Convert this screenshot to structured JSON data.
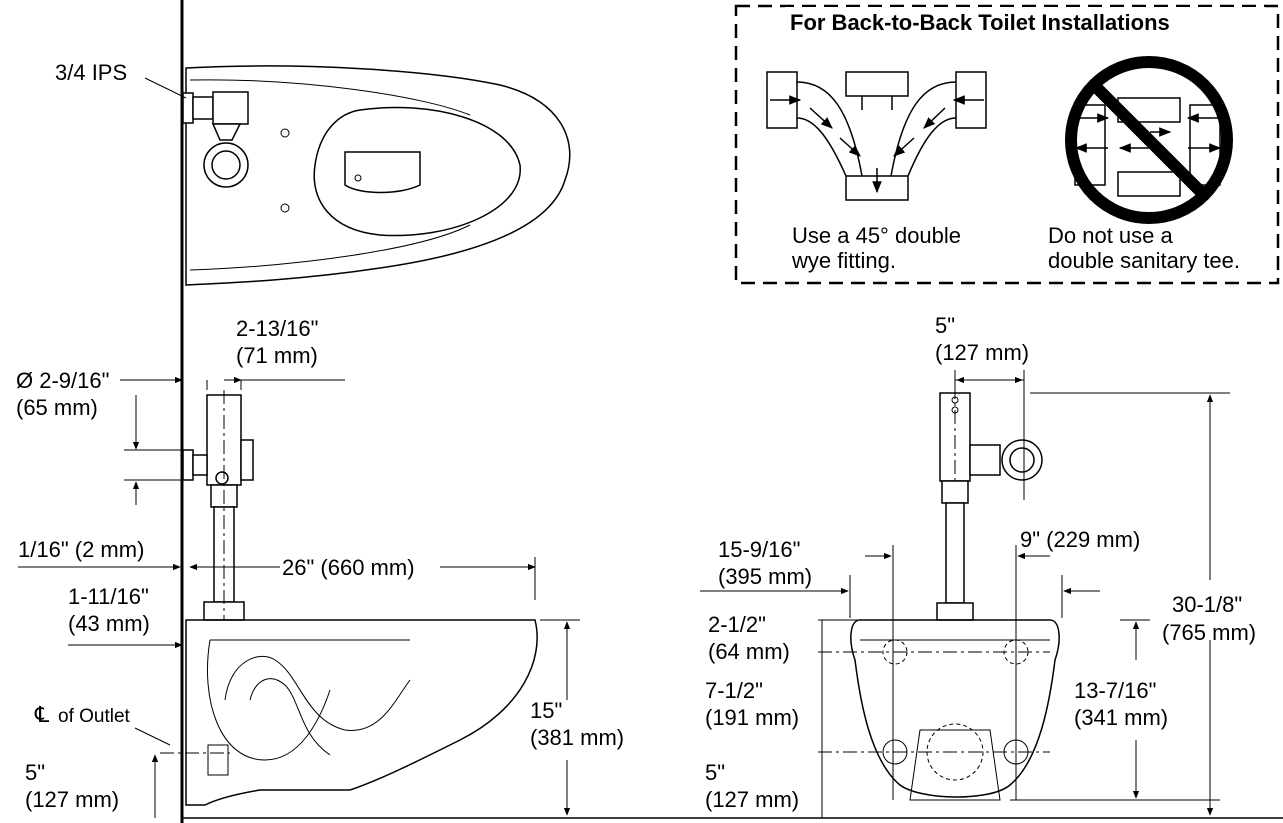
{
  "inset": {
    "title": "For Back-to-Back Toilet Installations",
    "ok_caption_line1": "Use a 45° double",
    "ok_caption_line2": "wye fitting.",
    "bad_caption_line1": "Do not use a",
    "bad_caption_line2": "double sanitary tee."
  },
  "top_view": {
    "ips_label": "3/4 IPS"
  },
  "side_view": {
    "dim_2_13_16_a": "2-13/16\"",
    "dim_2_13_16_b": "(71 mm)",
    "dim_dia_a": "Ø 2-9/16\"",
    "dim_dia_b": "(65 mm)",
    "dim_1_16": "1/16\" (2 mm)",
    "dim_26": "26\" (660 mm)",
    "dim_1_11_16_a": "1-11/16\"",
    "dim_1_11_16_b": "(43 mm)",
    "outlet_cl_symbol": "℄",
    "outlet_label": "of Outlet",
    "dim_15_a": "15\"",
    "dim_15_b": "(381 mm)",
    "dim_5_a": "5\"",
    "dim_5_b": "(127 mm)"
  },
  "front_view": {
    "dim_5_top_a": "5\"",
    "dim_5_top_b": "(127 mm)",
    "dim_15_9_16_a": "15-9/16\"",
    "dim_15_9_16_b": "(395 mm)",
    "dim_9": "9\" (229 mm)",
    "dim_30_a": "30-1/8\"",
    "dim_30_b": "(765 mm)",
    "dim_2_1_2_a": "2-1/2\"",
    "dim_2_1_2_b": "(64 mm)",
    "dim_7_1_2_a": "7-1/2\"",
    "dim_7_1_2_b": "(191 mm)",
    "dim_13_7_16_a": "13-7/16\"",
    "dim_13_7_16_b": "(341 mm)",
    "dim_5_bot_a": "5\"",
    "dim_5_bot_b": "(127 mm)"
  }
}
